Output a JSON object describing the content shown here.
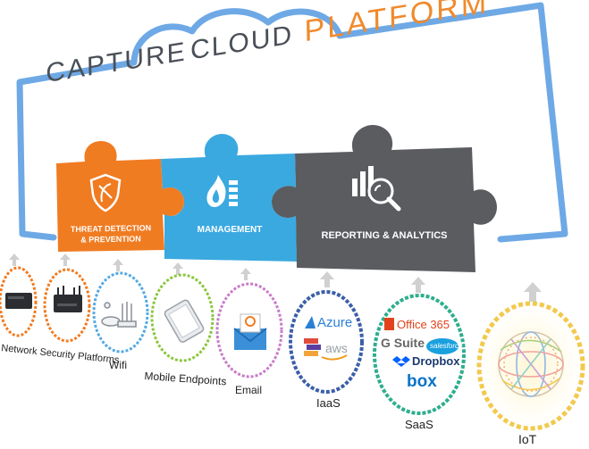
{
  "title": {
    "capture": "CAPTURE",
    "cloud": "CLOUD",
    "platform": "PLATFORM"
  },
  "pieces": {
    "threat": {
      "line1": "THREAT DETECTION",
      "line2": "& PREVENTION",
      "color": "#f07c22"
    },
    "management": {
      "label": "MANAGEMENT",
      "color": "#3aa9e0"
    },
    "reporting": {
      "label": "REPORTING & ANALYTICS",
      "color": "#5a5c60"
    }
  },
  "colors": {
    "cloud_outline": "#6ea9e6",
    "arrow": "#d0d0d0"
  },
  "endpoints": [
    {
      "label": "Network Security Platforms",
      "icon": "firewall-appliance-icon",
      "ring_color": "#f07c22"
    },
    {
      "label": "Wifi",
      "icon": "wireless-access-point-icon",
      "ring_color": "#55a9e2"
    },
    {
      "label": "Mobile Endpoints",
      "icon": "smartphone-icon",
      "ring_color": "#8cc63f"
    },
    {
      "label": "Email",
      "icon": "email-envelope-icon",
      "ring_color": "#c77cc7"
    },
    {
      "label": "IaaS",
      "icon": "cloud-providers-icon",
      "ring_color": "#3b5fa8",
      "logos": [
        "Azure",
        "aws"
      ]
    },
    {
      "label": "SaaS",
      "icon": "saas-apps-icon",
      "ring_color": "#2dae8c",
      "logos": [
        "Office 365",
        "G Suite",
        "salesforce",
        "Dropbox",
        "box"
      ]
    },
    {
      "label": "IoT",
      "icon": "globe-network-icon",
      "ring_color": "#f2c94c"
    }
  ]
}
